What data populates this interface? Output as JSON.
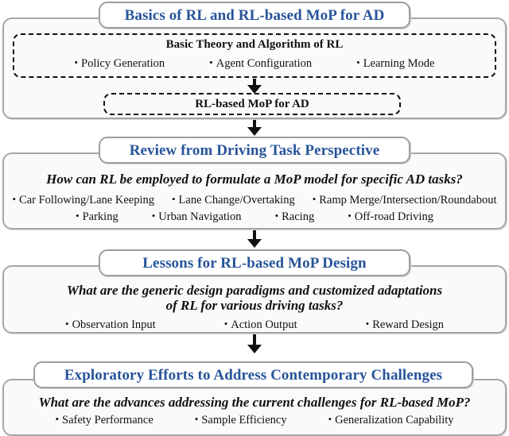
{
  "diagram": {
    "title_color": "#27549B",
    "sections": [
      {
        "id": "basics",
        "title": "Basics of RL and RL-based MoP for AD",
        "inner_box_heading": "Basic Theory and Algorithm of RL",
        "inner_box_bullets": [
          "Policy Generation",
          "Agent Configuration",
          "Learning Mode"
        ],
        "inner_box_2_heading": "RL-based MoP for AD"
      },
      {
        "id": "driving-task-perspective",
        "title": "Review from Driving Task Perspective",
        "question": "How can RL be employed to formulate a MoP model for specific AD tasks?",
        "bullets_row1": [
          "Car Following/Lane Keeping",
          "Lane Change/Overtaking",
          "Ramp Merge/Intersection/Roundabout"
        ],
        "bullets_row2": [
          "Parking",
          "Urban Navigation",
          "Racing",
          "Off-road Driving"
        ]
      },
      {
        "id": "lessons",
        "title": "Lessons for RL-based MoP Design",
        "question_line1": "What are the generic design paradigms and customized adaptations",
        "question_line2": "of RL for various driving tasks?",
        "bullets_row1": [
          "Observation Input",
          "Action Output",
          "Reward Design"
        ]
      },
      {
        "id": "exploratory-efforts",
        "title": "Exploratory Efforts to Address Contemporary Challenges",
        "question": "What are the advances addressing the current challenges for RL-based MoP?",
        "bullets_row1": [
          "Safety Performance",
          "Sample Efficiency",
          "Generalization Capability"
        ]
      }
    ],
    "bullet_glyph": "•",
    "arrows": [
      {
        "name": "arrow-basics-inner"
      },
      {
        "name": "arrow-basics-to-review"
      },
      {
        "name": "arrow-review-to-lessons"
      },
      {
        "name": "arrow-lessons-to-exploratory"
      }
    ]
  }
}
